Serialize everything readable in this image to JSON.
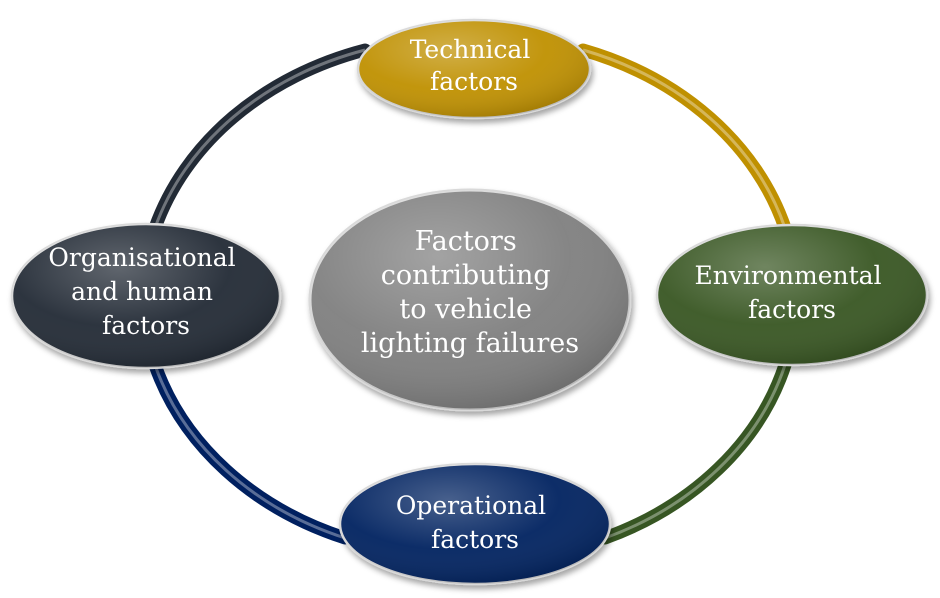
{
  "diagram": {
    "center": {
      "lines": [
        "Factors",
        "contributing",
        "to vehicle",
        "lighting failures"
      ],
      "color": "#7f7f7f"
    },
    "nodes": [
      {
        "id": "technical",
        "lines": [
          "Technical",
          "factors"
        ],
        "color": "#bf9000"
      },
      {
        "id": "environmental",
        "lines": [
          "Environmental",
          "factors"
        ],
        "color": "#375623"
      },
      {
        "id": "operational",
        "lines": [
          "Operational",
          "factors"
        ],
        "color": "#002060"
      },
      {
        "id": "organisational",
        "lines": [
          "Organisational",
          "and human",
          "factors"
        ],
        "color": "#222a35"
      }
    ],
    "arcs": [
      {
        "id": "technical-to-environmental",
        "color": "#bf9000"
      },
      {
        "id": "environmental-to-operational",
        "color": "#375623"
      },
      {
        "id": "operational-to-organisational",
        "color": "#002060"
      },
      {
        "id": "organisational-to-technical",
        "color": "#222a35"
      }
    ]
  }
}
